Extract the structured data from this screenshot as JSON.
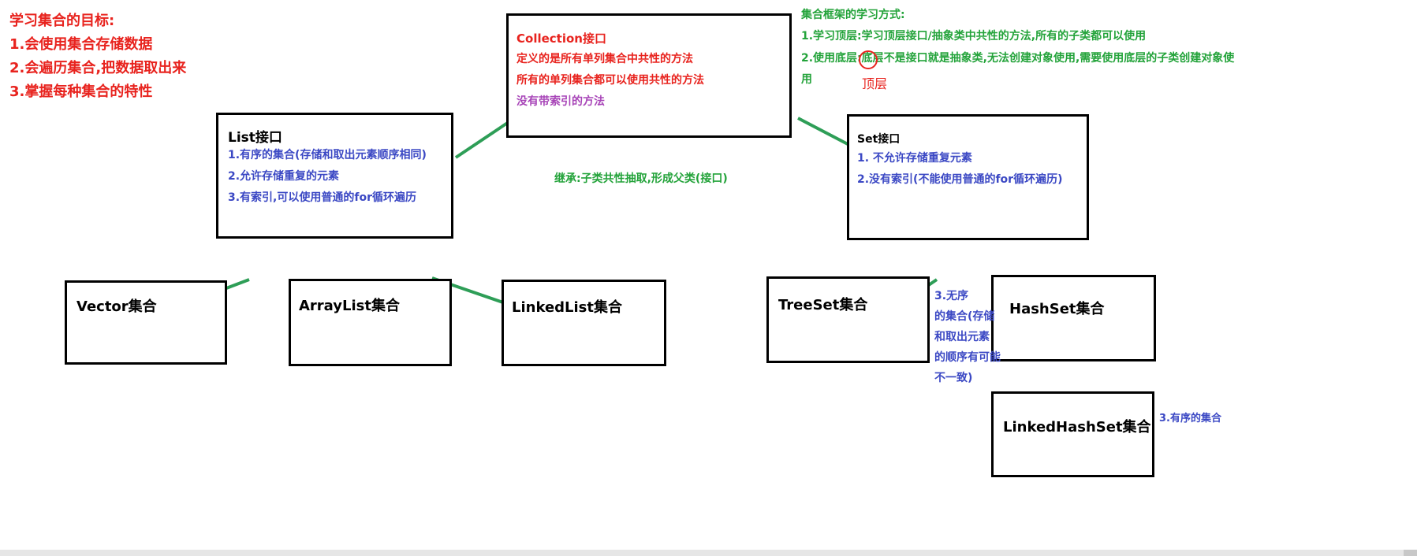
{
  "goals": {
    "title": "学习集合的目标:",
    "items": [
      "1.会使用集合存储数据",
      "2.会遍历集合,把数据取出来",
      "3.掌握每种集合的特性"
    ]
  },
  "collection": {
    "title": "Collection接口",
    "lines": [
      "定义的是所有单列集合中共性的方法",
      "所有的单列集合都可以使用共性的方法"
    ],
    "note": "没有带索引的方法"
  },
  "framework": {
    "title": "集合框架的学习方式:",
    "line1": "1.学习顶层:学习顶层接口/抽象类中共性的方法,所有的子类都可以使用",
    "line2": "2.使用底层:底层不是接口就是抽象类,无法创建对象使用,需要使用底层的子类创建对象使",
    "line3": "用",
    "annotation": "顶层"
  },
  "inheritance_note": "继承:子类共性抽取,形成父类(接口)",
  "list": {
    "title": "List接口",
    "lines": [
      "1.有序的集合(存储和取出元素顺序相同)",
      "2.允许存储重复的元素",
      "3.有索引,可以使用普通的for循环遍历"
    ]
  },
  "set": {
    "title": "Set接口",
    "lines": [
      "1. 不允许存储重复元素",
      "2.没有索引(不能使用普通的for循环遍历)"
    ]
  },
  "nodes": {
    "vector": "Vector集合",
    "arraylist": "ArrayList集合",
    "linkedlist": "LinkedList集合",
    "treeset": "TreeSet集合",
    "hashset": "HashSet集合",
    "linkedhashset": "LinkedHashSet集合"
  },
  "hashset_note": [
    "3.无序",
    "的集合(存储",
    "和取出元素",
    "的顺序有可能",
    "不一致)"
  ],
  "linkedhashset_note": "3.有序的集合",
  "colors": {
    "red": "#e8231e",
    "green": "#23a33a",
    "blue": "#3b48c4",
    "purple": "#a845b8",
    "connector": "#2e9e57"
  }
}
